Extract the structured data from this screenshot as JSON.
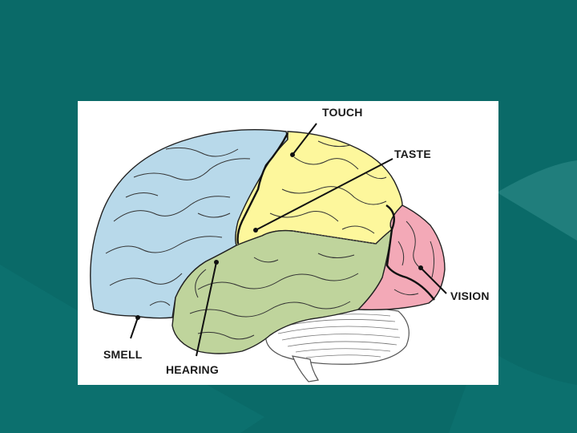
{
  "slide": {
    "background_color": "#0a6a68"
  },
  "diagram": {
    "labels": {
      "touch": "TOUCH",
      "taste": "TASTE",
      "vision": "VISION",
      "smell": "SMELL",
      "hearing": "HEARING"
    },
    "region_colors": {
      "frontal": "#b8d9ea",
      "parietal": "#fdf79c",
      "temporal": "#bfd49c",
      "occipital": "#f3a9b7",
      "cerebellum": "#ffffff"
    }
  }
}
